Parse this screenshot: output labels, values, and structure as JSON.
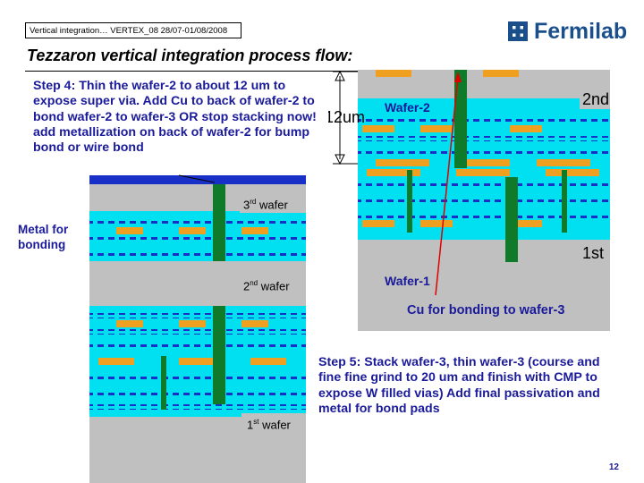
{
  "header": {
    "breadcrumb": "Vertical integration… VERTEX_08 28/07-01/08/2008",
    "logo_text": "Fermilab"
  },
  "slide": {
    "title": "Tezzaron vertical integration process flow:",
    "step4_text": "Step 4: Thin the wafer-2 to about 12 um to expose super via. Add Cu to back of wafer-2 to bond wafer-2 to wafer-3 OR stop stacking now! add metallization on back of wafer-2 for bump bond or wire bond",
    "step5_text": "Step 5: Stack wafer-3, thin wafer-3 (course and fine fine grind to 20 um and finish with CMP to expose W filled vias) Add final passivation and metal for bond pads",
    "page_number": "12"
  },
  "labels": {
    "wafer2": "Wafer-2",
    "wafer1": "Wafer-1",
    "dimension": "12um",
    "layer_2nd": "2nd",
    "layer_1st": "1st",
    "third_wafer_num": "3",
    "third_wafer_sup": "rd",
    "third_wafer_word": "wafer",
    "second_wafer_num": "2",
    "second_wafer_sup": "nd",
    "second_wafer_word": "wafer",
    "first_wafer_num": "1",
    "first_wafer_sup": "st",
    "first_wafer_word": "wafer",
    "metal_for_bonding": "Metal for bonding",
    "cu_for_bonding": "Cu for bonding to wafer-3"
  },
  "colors": {
    "navy_text": "#1a1a9a",
    "fermilab_blue": "#1a4f8c",
    "silicon_grey": "#c0c0c0",
    "oxide_cyan": "#00e0f0",
    "tsv_green": "#0e7a2a",
    "metal_orange": "#f0a020",
    "metal_blue": "#1830c8",
    "arrow_red": "#e00000"
  }
}
